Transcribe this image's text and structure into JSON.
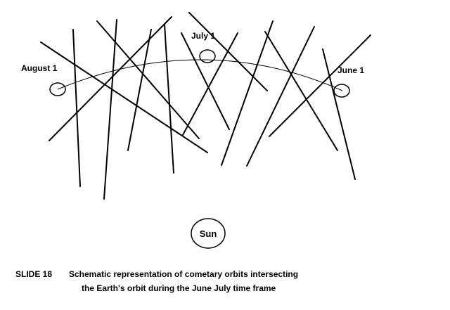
{
  "labels": {
    "august": "August 1",
    "july": "July 1",
    "june": "June 1",
    "sun": "Sun"
  },
  "caption": {
    "slide": "SLIDE 18",
    "line1": "Schematic representation of cometary orbits intersecting",
    "line2": "the Earth's orbit during the June July time frame"
  },
  "colors": {
    "ink": "#000000",
    "background": "#ffffff"
  }
}
